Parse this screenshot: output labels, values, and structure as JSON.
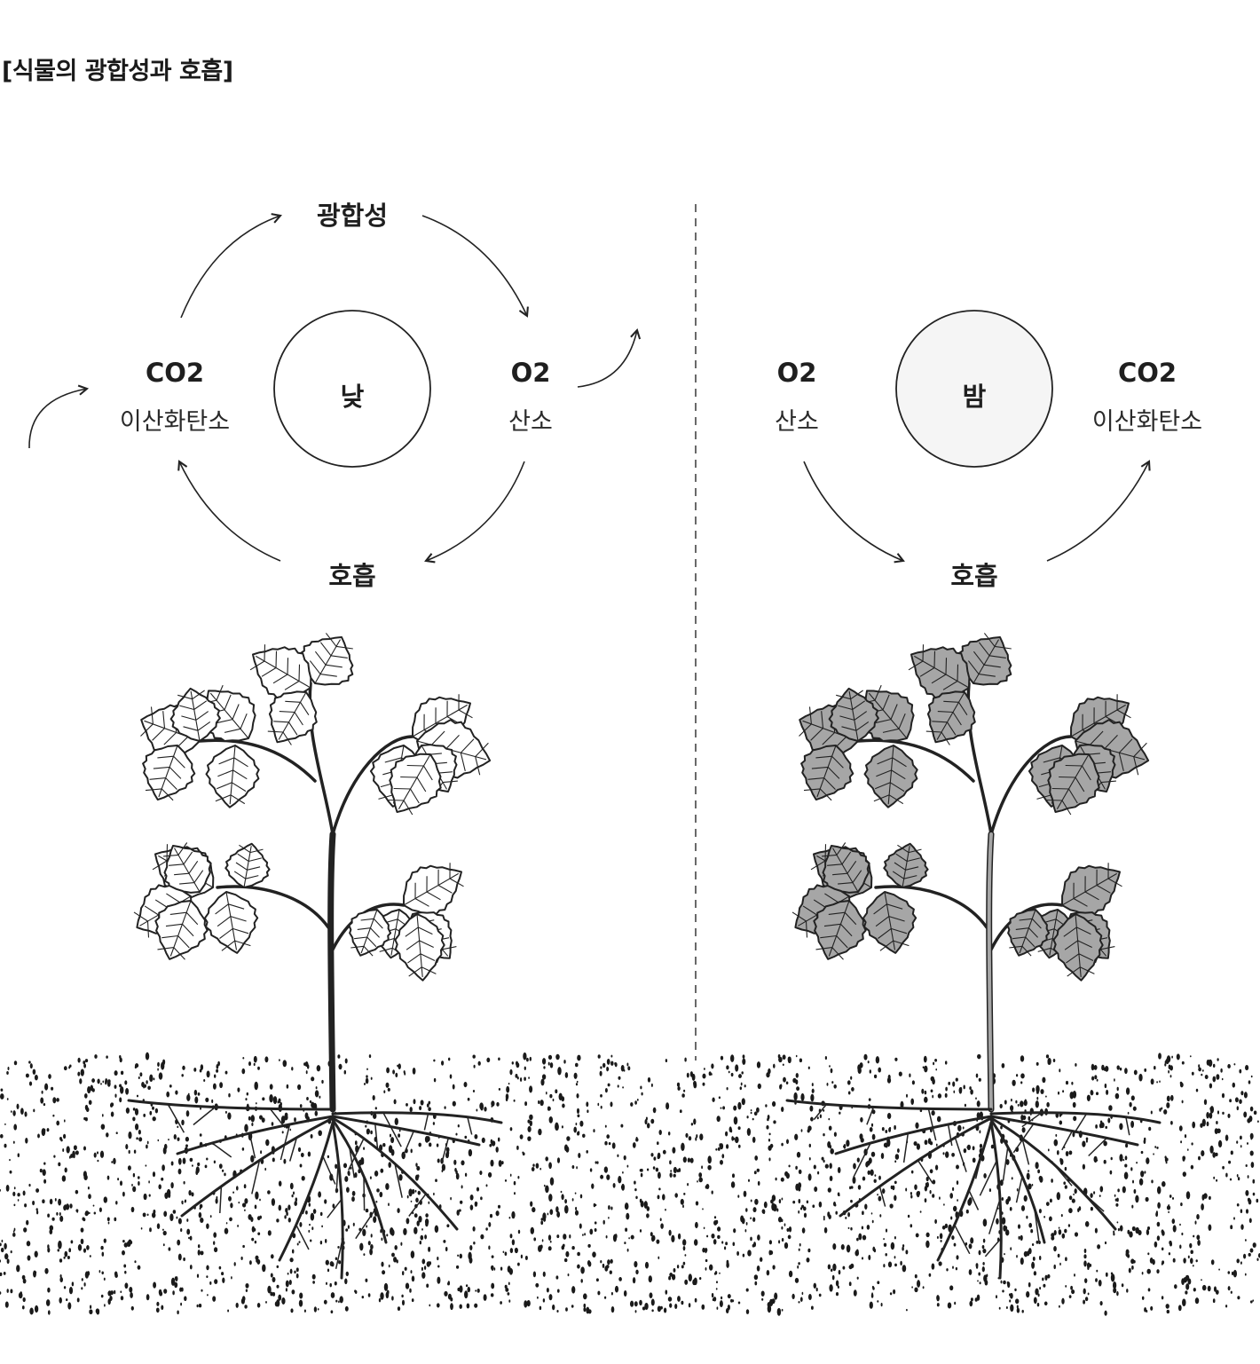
{
  "title": "[식물의 광합성과 호흡]",
  "day": {
    "center_label": "낮",
    "top_process": "광합성",
    "bottom_process": "호흡",
    "left_formula": "CO2",
    "left_name": "이산화탄소",
    "right_formula": "O2",
    "right_name": "산소"
  },
  "night": {
    "center_label": "밤",
    "bottom_process": "호흡",
    "left_formula": "O2",
    "left_name": "산소",
    "right_formula": "CO2",
    "right_name": "이산화탄소"
  },
  "colors": {
    "line": "#222222",
    "day_leaf_fill": "#ffffff",
    "night_leaf_fill": "#a6a6a6",
    "night_circle_fill": "#f5f5f5",
    "soil_dot": "#1a1a1a"
  },
  "icons": [
    "curved-arrow-icon",
    "plant-illustration",
    "soil-texture"
  ]
}
